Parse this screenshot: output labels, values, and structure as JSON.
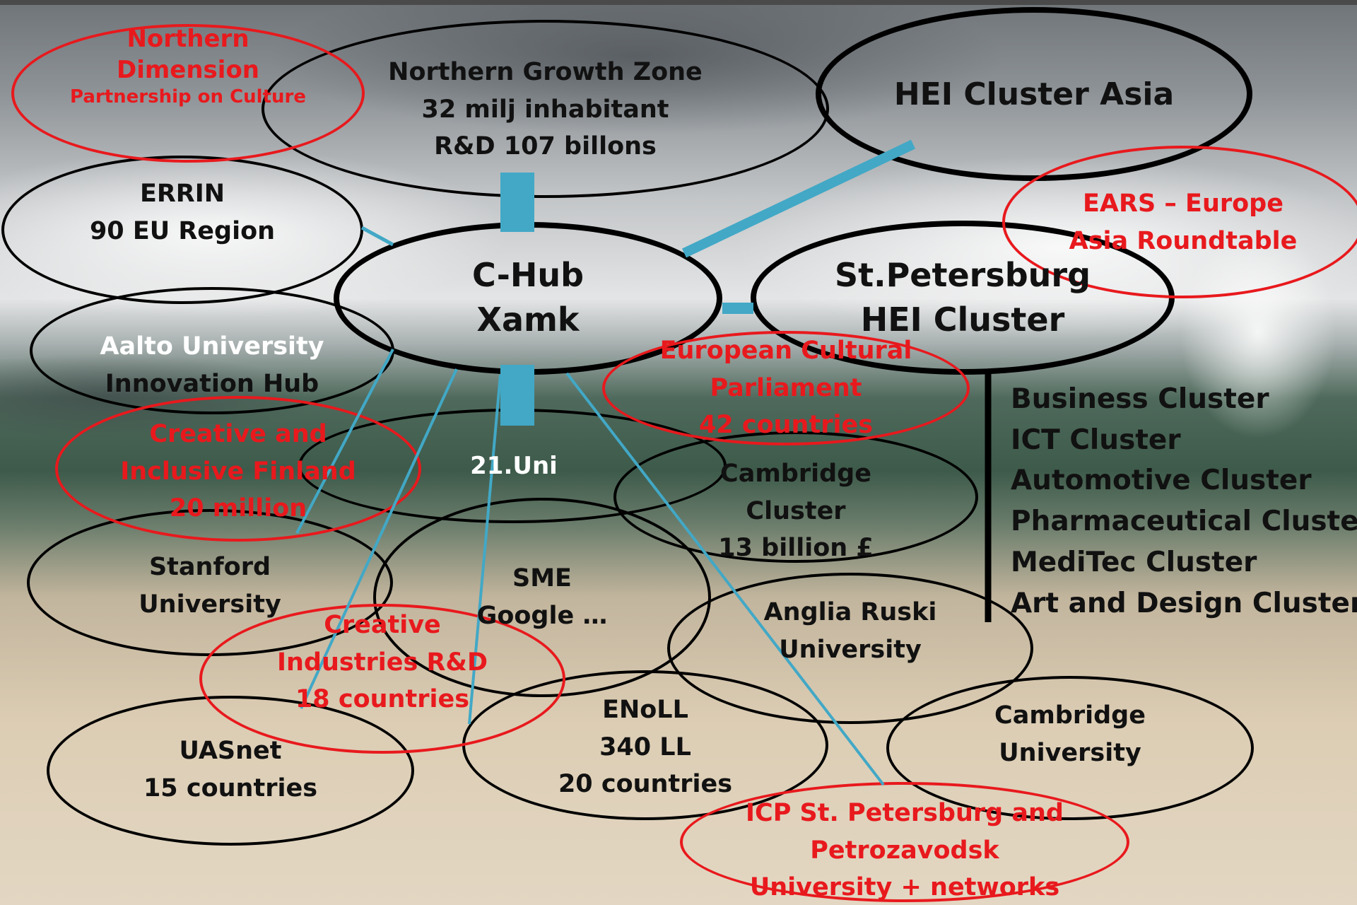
{
  "diagram": {
    "nodes": {
      "northern_dimension": {
        "lines": [
          "Northern",
          "Dimension"
        ],
        "sub": "Partnership on Culture",
        "color": "#e8191d"
      },
      "northern_growth_zone": {
        "lines": [
          "Northern Growth Zone",
          "32 milj inhabitant",
          "R&D 107 billons"
        ]
      },
      "hei_cluster_asia": {
        "lines": [
          "HEI Cluster Asia"
        ]
      },
      "ears": {
        "lines": [
          "EARS – Europe",
          "Asia Roundtable"
        ],
        "color": "#e8191d"
      },
      "errin": {
        "lines": [
          "ERRIN",
          "90 EU Region"
        ]
      },
      "c_hub": {
        "lines": [
          "C-Hub",
          "Xamk"
        ]
      },
      "st_petersburg": {
        "lines": [
          "St.Petersburg",
          "HEI Cluster"
        ]
      },
      "aalto": {
        "lines": [
          "Aalto University",
          "Innovation Hub"
        ],
        "color": "#ffffff"
      },
      "european_cultural": {
        "lines": [
          "European Cultural",
          "Parliament",
          "42 countries"
        ],
        "color": "#e8191d"
      },
      "creative_inclusive": {
        "lines": [
          "Creative and",
          "Inclusive Finland",
          "20 million"
        ],
        "color": "#e8191d"
      },
      "uni21": {
        "lines": [
          "21.Uni"
        ],
        "color": "#ffffff"
      },
      "cambridge_cluster": {
        "lines": [
          "Cambridge",
          "Cluster",
          "13 billion £"
        ]
      },
      "stanford": {
        "lines": [
          "Stanford",
          "University"
        ]
      },
      "sme": {
        "lines": [
          "SME",
          "Google …"
        ]
      },
      "anglia": {
        "lines": [
          "Anglia Ruski",
          "University"
        ]
      },
      "creative_industries": {
        "lines": [
          "Creative",
          "Industries R&D",
          "18 countries"
        ],
        "color": "#e8191d"
      },
      "enoll": {
        "lines": [
          "ENoLL",
          "340 LL",
          "20 countries"
        ]
      },
      "cambridge_university": {
        "lines": [
          "Cambridge",
          "University"
        ]
      },
      "uasnet": {
        "lines": [
          "UASnet",
          "15 countries"
        ]
      },
      "icp": {
        "lines": [
          "ICP St. Petersburg and",
          "Petrozavodsk",
          "University + networks"
        ],
        "color": "#e8191d"
      }
    },
    "clusters": [
      "Business Cluster",
      "ICT Cluster",
      "Automotive Cluster",
      "Pharmaceutical Cluster",
      "MediTec Cluster",
      "Art and Design Cluster"
    ],
    "colors": {
      "black": "#000000",
      "red": "#e8191d",
      "connector": "#42a8c6",
      "white": "#ffffff"
    }
  }
}
